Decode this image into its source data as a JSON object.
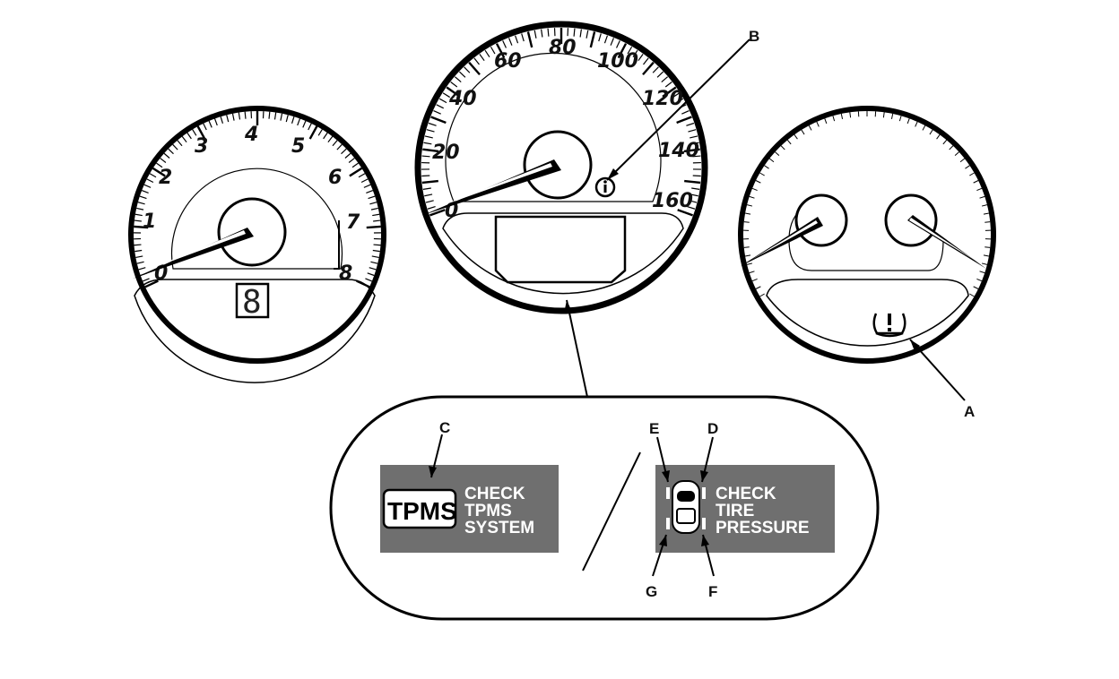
{
  "tachometer": {
    "labels": [
      "0",
      "1",
      "2",
      "3",
      "4",
      "5",
      "6",
      "7",
      "8"
    ],
    "gear_digit": "8"
  },
  "speedometer": {
    "labels": [
      "0",
      "20",
      "40",
      "60",
      "80",
      "100",
      "120",
      "140",
      "160"
    ]
  },
  "callouts": {
    "a": "A",
    "b": "B",
    "c": "C",
    "d": "D",
    "e": "E",
    "f": "F",
    "g": "G"
  },
  "display_tpms": {
    "badge": "TPMS",
    "line1": "CHECK",
    "line2": "TPMS",
    "line3": "SYSTEM"
  },
  "display_tire": {
    "line1": "CHECK",
    "line2": "TIRE",
    "line3": "PRESSURE"
  },
  "icons": {
    "info": "info-icon",
    "tpms_warning": "tpms-warning-icon",
    "car_tires": "car-top-view-icon"
  }
}
